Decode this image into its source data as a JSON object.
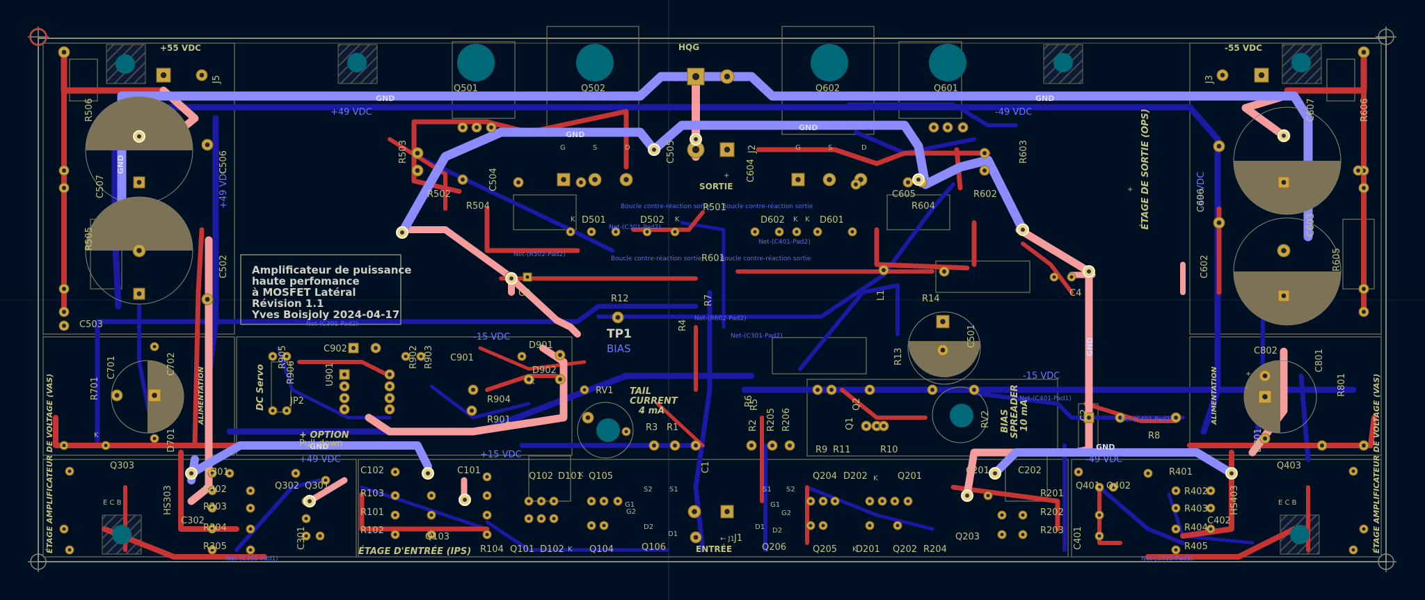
{
  "title_block": {
    "line1": "Amplificateur de puissance",
    "line2": "haute perfomance",
    "line3": "à MOSFET Latéral",
    "line4": "Révision 1.1",
    "line5": "Yves Boisjoly 2024-04-17"
  },
  "sections": {
    "output_stage": "ÉTAGE DE SORTIE (OPS)",
    "vas_left": "ÉTAGE AMPLIFICATEUR DE VOLTAGE (VAS)",
    "vas_right": "ÉTAGE AMPLIFICATEUR DE VOLTAGE (VAS)",
    "input_stage": "ÉTAGE D'ENTRÉE (IPS)",
    "dc_servo": "DC Servo",
    "option": "+ OPTION",
    "pull_down": "Pull-down",
    "tail_current_1": "TAIL",
    "tail_current_2": "CURRENT",
    "tail_current_3": "4 mA",
    "bias_1": "BIAS",
    "bias_2": "SPREADER",
    "bias_3": "10 mA",
    "alim_left": "ALIMENTATION",
    "alim_right": "ALIMENTATION",
    "entree": "ENTRÉE",
    "sortie": "SORTIE",
    "hqg": "HQG",
    "tp1": "TP1",
    "bias": "BIAS"
  },
  "rails": {
    "p55": "+55 VDC",
    "n55": "-55 VDC",
    "p49": "+49 VDC",
    "n49": "-49 VDC",
    "p15": "+15 VDC",
    "n15": "-15 VDC",
    "gnd": "GND"
  },
  "nets": {
    "feedback": "Boucle contre-réaction sortie",
    "c301": "Net-(C301-Pad2)",
    "c401": "Net-(C401-Pad2)",
    "r502": "Net-(R502-Pad2)",
    "r602": "Net-(R602-Pad2)",
    "c401b": "Net-(C401-Pad1)",
    "c305": "Net-(C305-Pad1)",
    "c405": "Net-(C405-Pad1)"
  },
  "refs": {
    "Q501": "Q501",
    "Q502": "Q502",
    "Q602": "Q602",
    "Q601": "Q601",
    "J5": "J5",
    "J3": "J3",
    "J2": "J2",
    "J1": "J1",
    "R506": "R506",
    "R505": "R505",
    "C507": "C507",
    "C506": "C506",
    "C503": "C503",
    "C502": "C502",
    "R503": "R503",
    "R502": "R502",
    "R504": "R504",
    "C504": "C504",
    "C505": "C505",
    "R501": "R501",
    "D501": "D501",
    "D502": "D502",
    "D602": "D602",
    "D601": "D601",
    "C604": "C604",
    "R603": "R603",
    "R602": "R602",
    "C605": "C605",
    "R604": "R604",
    "R601": "R601",
    "C607": "C607",
    "R606": "R606",
    "C606": "C606",
    "C603": "C603",
    "R605": "R605",
    "C602": "C602",
    "C3": "C3",
    "R12": "R12",
    "R7": "R7",
    "R4": "R4",
    "L1": "L1",
    "R14": "R14",
    "R13": "R13",
    "C501": "C501",
    "C4": "C4",
    "C701": "C701",
    "C702": "C702",
    "R701": "R701",
    "D701": "D701",
    "R905": "R905",
    "R906": "R906",
    "C902": "C902",
    "U901": "U901",
    "R902": "R902",
    "R903": "R903",
    "C901": "C901",
    "JP2": "JP2",
    "D901": "D901",
    "D902": "D902",
    "R904": "R904",
    "R901": "R901",
    "RV1": "RV1",
    "R3": "R3",
    "R1": "R1",
    "R2": "R2",
    "R205": "R205",
    "R206": "R206",
    "R5": "R5",
    "R6": "R6",
    "C1": "C1",
    "Q2": "Q2",
    "Q1": "Q1",
    "R9": "R9",
    "R11": "R11",
    "R10": "R10",
    "RV2": "RV2",
    "R8": "R8",
    "C2": "C2",
    "C802": "C802",
    "C801": "C801",
    "R801": "R801",
    "D801": "D801",
    "Q303": "Q303",
    "HS303": "HS303",
    "R301": "R301",
    "R302": "R302",
    "R303": "R303",
    "C302": "C302",
    "R304": "R304",
    "R305": "R305",
    "Q302": "Q302",
    "Q301": "Q301",
    "C301": "C301",
    "C102": "C102",
    "R103": "R103",
    "R101": "R101",
    "R102": "R102",
    "C101": "C101",
    "Q102": "Q102",
    "D101": "D101",
    "Q105": "Q105",
    "Q103": "Q103",
    "R104": "R104",
    "Q101": "Q101",
    "D102": "D102",
    "Q104": "Q104",
    "Q106": "Q106",
    "Q204": "Q204",
    "D202": "D202",
    "Q201": "Q201",
    "C201": "C201",
    "C202": "C202",
    "Q205": "Q205",
    "D201": "D201",
    "Q202": "Q202",
    "R204": "R204",
    "Q203": "Q203",
    "R201": "R201",
    "R202": "R202",
    "R203": "R203",
    "Q206": "Q206",
    "Q401": "Q401",
    "Q402": "Q402",
    "R401": "R401",
    "R402": "R402",
    "R403": "R403",
    "C402": "C402",
    "R404": "R404",
    "R405": "R405",
    "C401": "C401",
    "Q403": "Q403",
    "HS403": "HS403"
  },
  "pins": {
    "G": "G",
    "S": "S",
    "D": "D",
    "K": "K",
    "E": "E",
    "C": "C",
    "B": "B",
    "E_C_B": "E C B",
    "G1": "G1",
    "G2": "G2",
    "S1": "S1",
    "S2": "S2",
    "D1": "D1",
    "D2": "D2",
    "plus": "+",
    "minus": "-",
    "J1_label": "← J1"
  },
  "colors": {
    "background": "#001023",
    "front_copper": "#c83434",
    "back_copper": "#1a1aa5",
    "front_highlight": "#f59c9c",
    "back_highlight": "#8c8cff",
    "silkscreen": "#c2c27d",
    "pad": "#c9a342",
    "edge": "#8c8c78",
    "heatsink_hole": "#006978"
  }
}
